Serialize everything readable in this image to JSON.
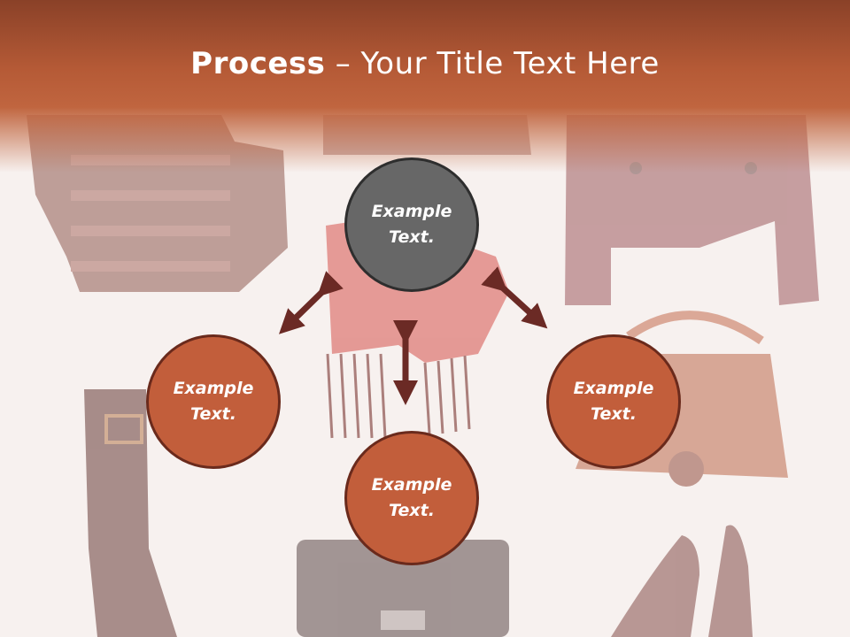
{
  "title": {
    "bold": "Process",
    "dash": " – ",
    "rest": "Your Title Text Here"
  },
  "circles": [
    {
      "label": "Example Text.",
      "style": "gray"
    },
    {
      "label": "Example Text.",
      "style": "orange"
    },
    {
      "label": "Example Text.",
      "style": "orange"
    },
    {
      "label": "Example Text.",
      "style": "orange"
    }
  ],
  "colors": {
    "header": "#b55a36",
    "circle_orange": "#c25e3b",
    "circle_gray": "#676767",
    "arrow": "#6b2a25",
    "background": "#f7f1ef"
  }
}
